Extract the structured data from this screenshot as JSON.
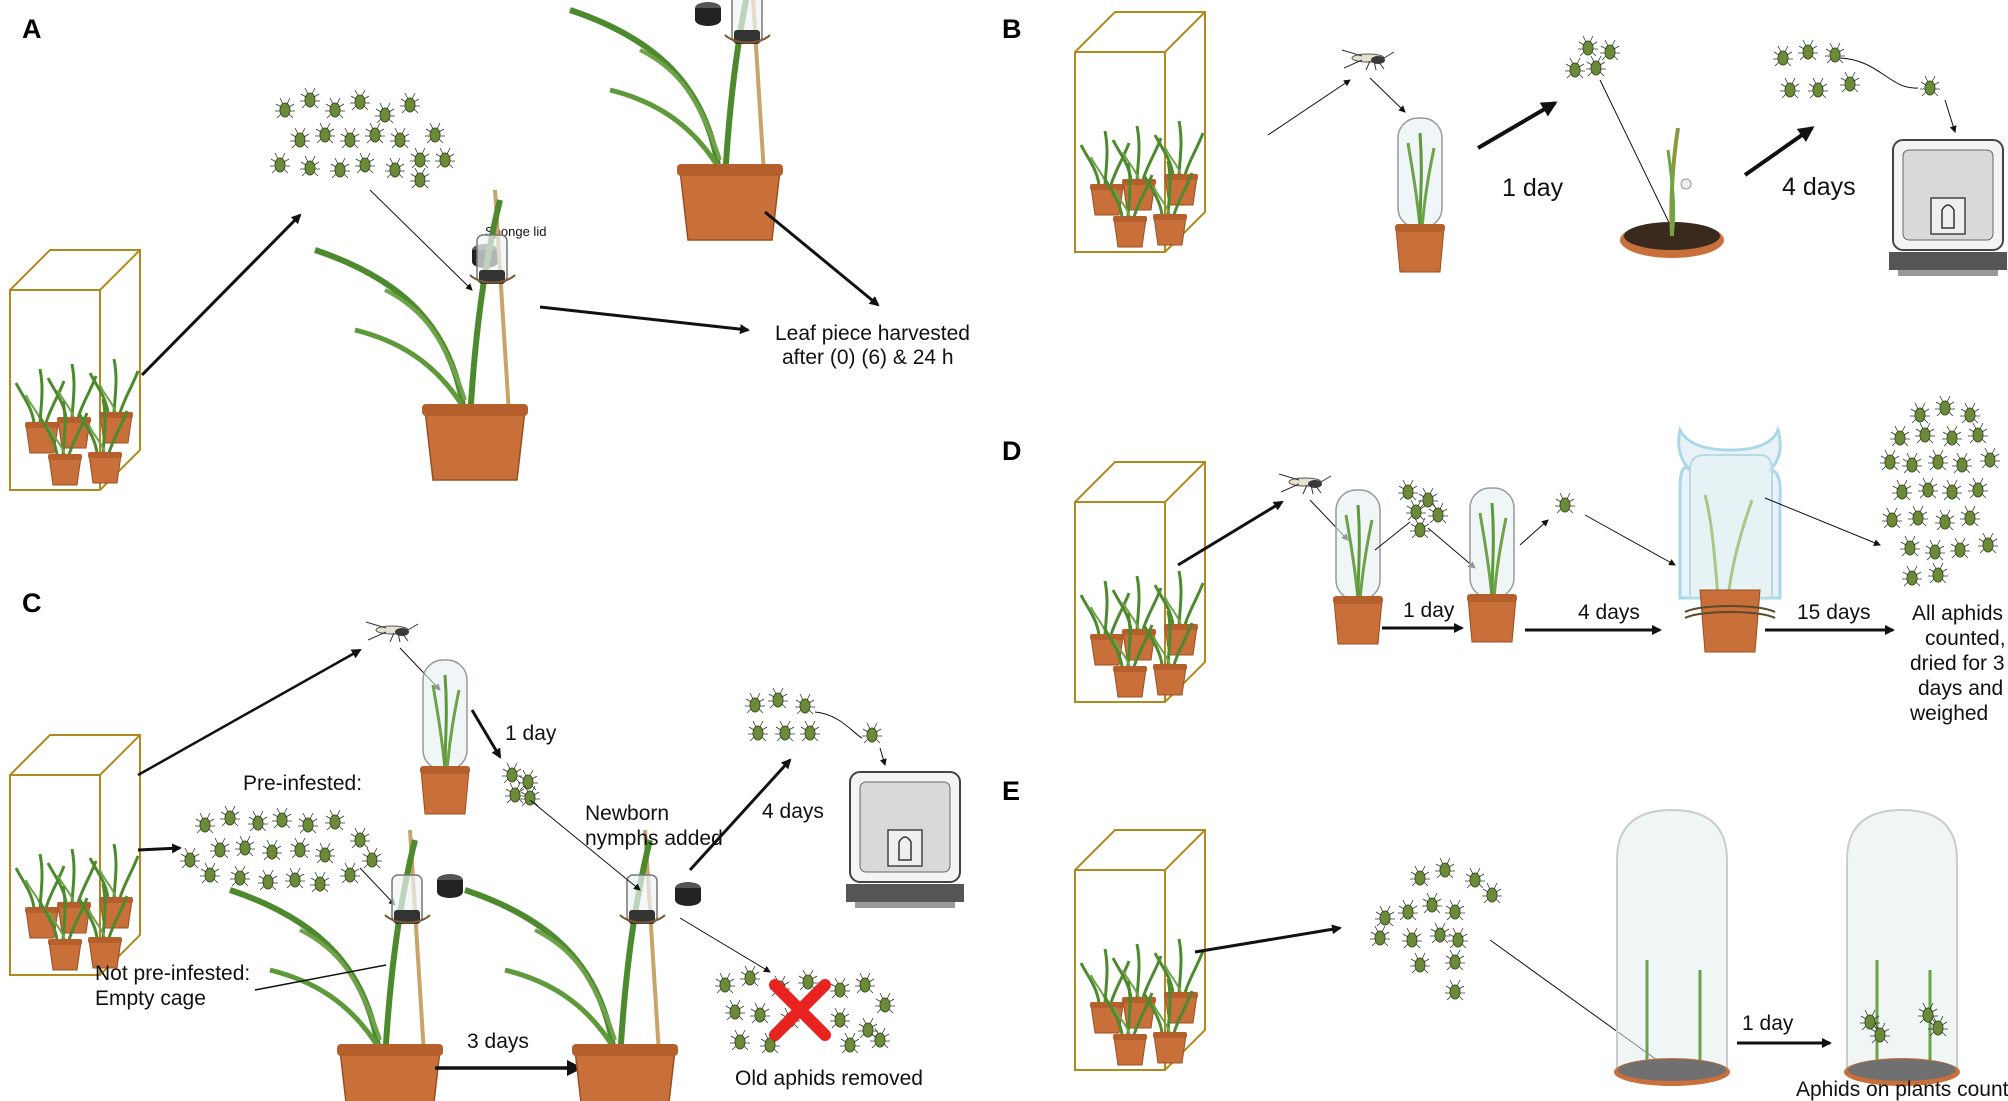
{
  "panels": {
    "A": {
      "letter": "A",
      "sponge_lid": "Sponge lid",
      "harvest_line1": "Leaf piece harvested",
      "harvest_line2": "after  (0) (6) & 24 h"
    },
    "B": {
      "letter": "B",
      "step1": "1 day",
      "step2": "4 days"
    },
    "C": {
      "letter": "C",
      "step1": "1 day",
      "pre_infested": "Pre-infested:",
      "newborn_line1": "Newborn",
      "newborn_line2": "nymphs added",
      "step2": "4 days",
      "not_pre_line1": "Not pre-infested:",
      "not_pre_line2": "Empty cage",
      "step3": "3 days",
      "old_removed": "Old aphids removed"
    },
    "D": {
      "letter": "D",
      "step1": "1 day",
      "step2": "4 days",
      "step3": "15 days",
      "result_line1": "All aphids",
      "result_line2": "counted,",
      "result_line3": "dried for 3",
      "result_line4": "days and",
      "result_line5": "weighed"
    },
    "E": {
      "letter": "E",
      "step1": "1 day",
      "result": "Aphids on plants counted"
    }
  },
  "colors": {
    "box_frame": "#b08a1e",
    "pot": "#c9703a",
    "pot_dark": "#9a4f22",
    "leaf": "#4d8a2e",
    "aphid": "#6b8a3a",
    "cross": "#e8231f",
    "arrow": "#111111"
  }
}
